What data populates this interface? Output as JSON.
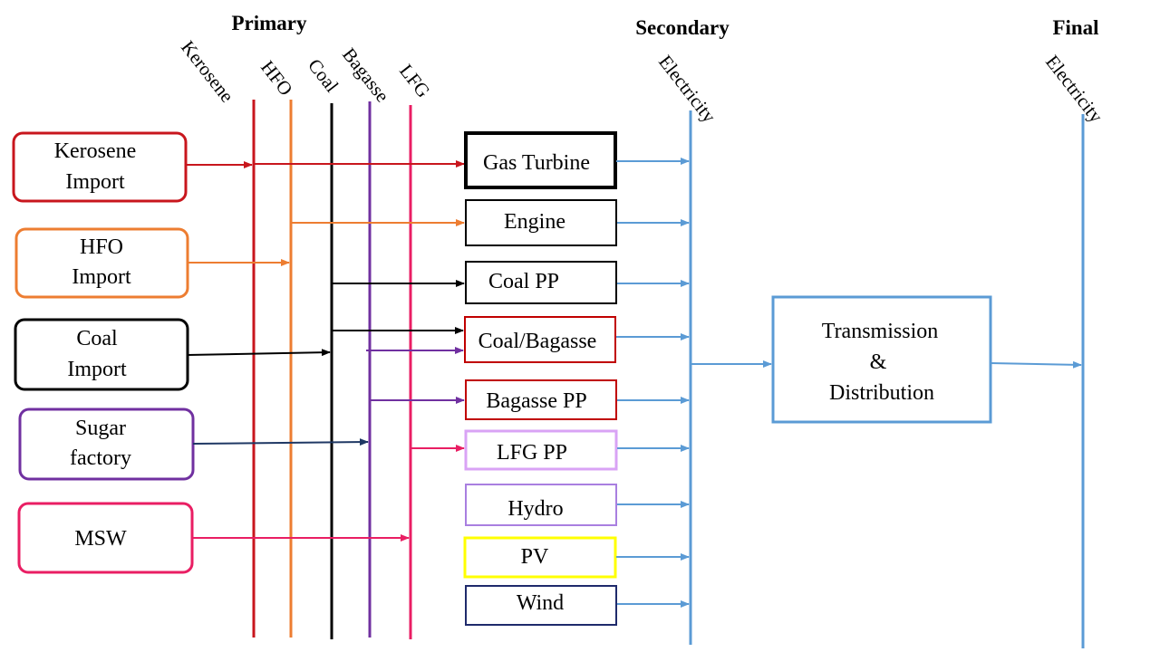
{
  "headers": {
    "primary": "Primary",
    "secondary": "Secondary",
    "final": "Final"
  },
  "carriers": {
    "kerosene": "Kerosene",
    "hfo": "HFO",
    "coal": "Coal",
    "bagasse": "Bagasse",
    "lfg": "LFG",
    "electricity_secondary": "Electricity",
    "electricity_final": "Electricity"
  },
  "sources": {
    "kerosene_import": [
      "Kerosene",
      "Import"
    ],
    "hfo_import": [
      "HFO",
      "Import"
    ],
    "coal_import": [
      "Coal",
      "Import"
    ],
    "sugar_factory": [
      "Sugar",
      "factory"
    ],
    "msw": [
      "MSW"
    ]
  },
  "plants": {
    "gas_turbine": "Gas Turbine",
    "engine": "Engine",
    "coal_pp": "Coal PP",
    "coal_bagasse": "Coal/Bagasse",
    "bagasse_pp": "Bagasse PP",
    "lfg_pp": "LFG PP",
    "hydro": "Hydro",
    "pv": "PV",
    "wind": "Wind"
  },
  "td": [
    "Transmission",
    "&",
    "Distribution"
  ],
  "colors": {
    "kerosene": "#c8161d",
    "hfo": "#ed7d31",
    "coal": "#000000",
    "bagasse": "#7030a0",
    "lfg": "#e91e63",
    "electricity": "#5b9bd5",
    "sugar_arrow": "#1f3864",
    "lfg_pp_border": "#d9a3f5",
    "hydro_border": "#a97fe0",
    "pv_border": "#ffff00",
    "wind_border": "#1f2a6b",
    "coal_bagasse_border": "#c00000"
  }
}
